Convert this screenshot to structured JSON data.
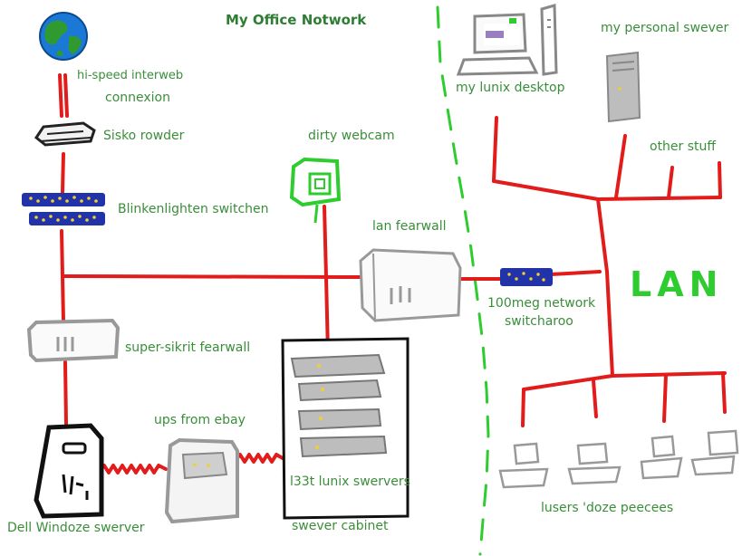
{
  "title": "My Office Notwork",
  "labels": {
    "internet": "hi-speed interweb",
    "internet2": "connexion",
    "router": "Sisko rowder",
    "switch1": "Blinkenlighten switchen",
    "firewall1": "super-sikrit fearwall",
    "ups": "ups from ebay",
    "winserver": "Dell Windoze swerver",
    "webcam": "dirty webcam",
    "lanfirewall": "lan fearwall",
    "switch2a": "100meg network",
    "switch2b": "switcharoo",
    "linuxservers": "l33t lunix swervers",
    "cabinet": "swever cabinet",
    "desktop": "my lunix desktop",
    "personalserver": "my personal swever",
    "otherstuff": "other stuff",
    "lan": "LAN",
    "peecees": "lusers 'doze peecees"
  },
  "colors": {
    "wire": "#e21b1b",
    "label": "#3a8e3a",
    "divider": "#2ecc2e",
    "device": "#999999",
    "blue": "#2233aa",
    "dot": "#f0d030"
  }
}
